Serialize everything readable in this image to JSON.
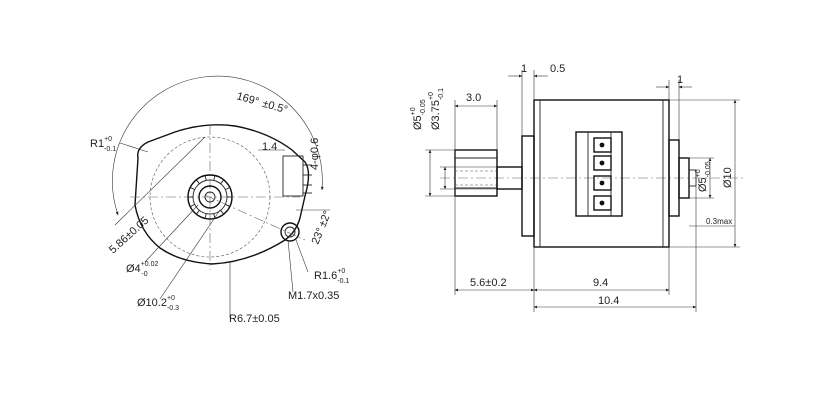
{
  "front_view": {
    "r1": {
      "main": "R1",
      "sup": "+0",
      "sub": "-0.1"
    },
    "angle_169": {
      "main": "169°",
      "tol": "±0.5°"
    },
    "dim_1_4": "1.4",
    "dim_4_phi": "4-φ0.6",
    "angle_23": {
      "main": "23°",
      "tol": "±2°"
    },
    "dim_5_86": "5.86±0.05",
    "dim_phi4": {
      "main": "Ø4",
      "sup": "+0.02",
      "sub": "-0"
    },
    "dim_phi10_2": {
      "main": "Ø10.2",
      "sup": "+0",
      "sub": "-0.3"
    },
    "dim_r6_7": "R6.7±0.05",
    "dim_m1_7": "M1.7x0.35",
    "dim_r1_6": {
      "main": "R1.6",
      "sup": "+0",
      "sub": "-0.1"
    }
  },
  "side_view": {
    "dim_1": "1",
    "dim_0_5": "0.5",
    "dim_1_right": "1",
    "dim_3_0": "3.0",
    "dim_phi5_left": {
      "main": "Ø5",
      "sup": "+0",
      "sub": "-0.05"
    },
    "dim_phi3_75": {
      "main": "Ø3.75",
      "sup": "+0",
      "sub": "-0.1"
    },
    "dim_phi5_right": {
      "main": "Ø5",
      "sup": "+0",
      "sub": "-0.05"
    },
    "dim_phi10": "Ø10",
    "dim_0_3max": "0.3max",
    "dim_5_6": "5.6±0.2",
    "dim_9_4": "9.4",
    "dim_10_4": "10.4"
  }
}
